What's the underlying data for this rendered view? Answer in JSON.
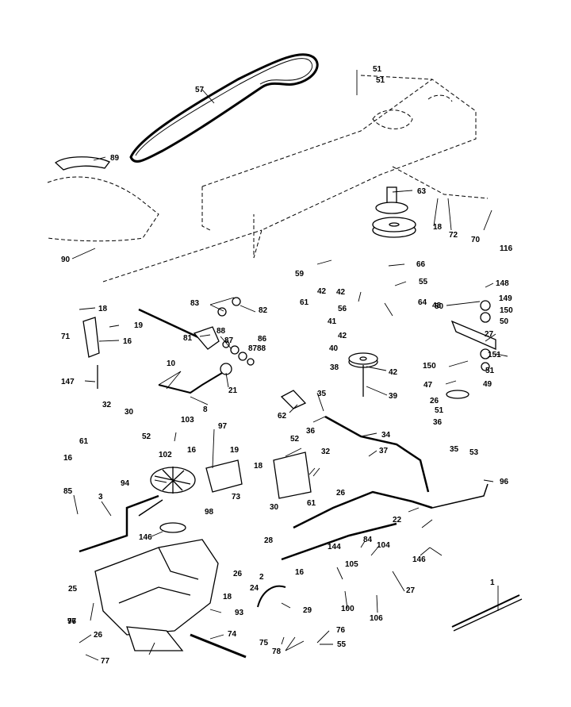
{
  "diagram": {
    "background": "#ffffff",
    "ink": "#000000",
    "callouts": [
      "57",
      "89",
      "90",
      "51",
      "51",
      "63",
      "18",
      "72",
      "70",
      "116",
      "59",
      "42",
      "61",
      "66",
      "42",
      "55",
      "64",
      "56",
      "41",
      "42",
      "40",
      "38",
      "42",
      "39",
      "18",
      "19",
      "16",
      "71",
      "147",
      "83",
      "82",
      "81",
      "88",
      "87",
      "86",
      "87",
      "88",
      "10",
      "21",
      "8",
      "62",
      "35",
      "36",
      "34",
      "37",
      "32",
      "30",
      "61",
      "52",
      "16",
      "103",
      "102",
      "97",
      "16",
      "19",
      "18",
      "94",
      "73",
      "98",
      "52",
      "32",
      "30",
      "61",
      "50",
      "148",
      "149",
      "150",
      "50",
      "48",
      "27",
      "150",
      "151",
      "51",
      "49",
      "47",
      "26",
      "51",
      "36",
      "35",
      "53",
      "96",
      "85",
      "3",
      "146",
      "77",
      "25",
      "26",
      "18",
      "24",
      "2",
      "93",
      "29",
      "28",
      "26",
      "22",
      "16",
      "144",
      "84",
      "104",
      "105",
      "100",
      "106",
      "27",
      "146",
      "96",
      "26",
      "77",
      "74",
      "75",
      "78",
      "76",
      "55",
      "1"
    ]
  }
}
